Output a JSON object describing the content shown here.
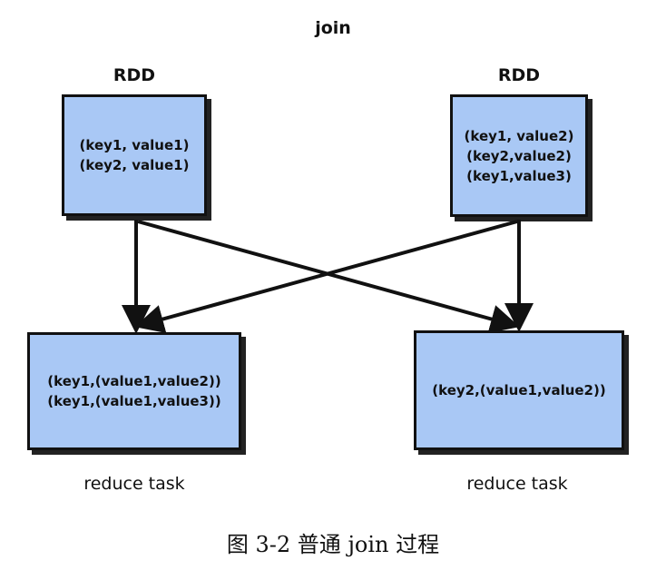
{
  "title": "join",
  "left_rdd": {
    "label": "RDD",
    "lines": [
      "(key1, value1)",
      "(key2, value1)"
    ]
  },
  "right_rdd": {
    "label": "RDD",
    "lines": [
      "(key1, value2)",
      "(key2,value2)",
      "(key1,value3)"
    ]
  },
  "left_task": {
    "label": "reduce task",
    "lines": [
      "(key1,(value1,value2))",
      "(key1,(value1,value3))"
    ]
  },
  "right_task": {
    "label": "reduce task",
    "lines": [
      "(key2,(value1,value2))"
    ]
  },
  "caption": "图 3-2  普通 join 过程",
  "colors": {
    "box_fill": "#a9c8f5",
    "border": "#111111"
  }
}
